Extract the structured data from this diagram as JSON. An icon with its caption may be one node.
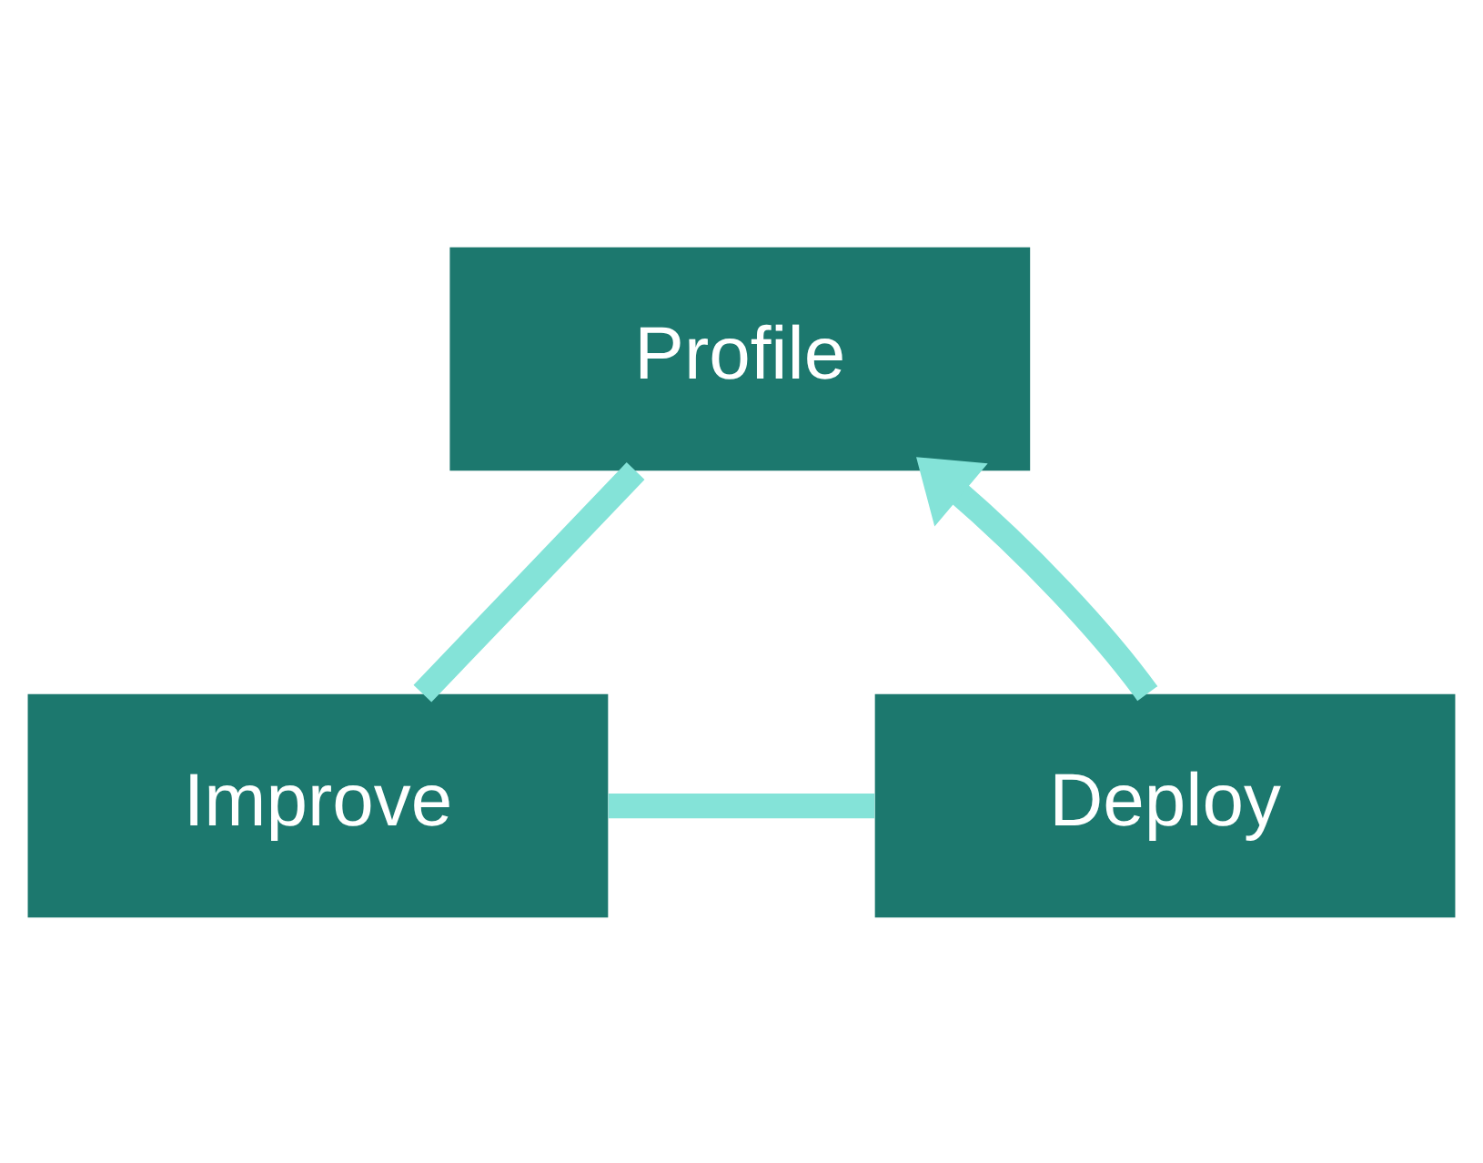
{
  "diagram": {
    "nodes": [
      {
        "text": [
          "Profile"
        ]
      },
      {
        "text": [
          "Improve"
        ]
      },
      {
        "text": [
          "Deploy"
        ]
      }
    ],
    "edges": [
      {
        "from": 0,
        "to": 1,
        "arrow": "none",
        "color": "#84e3d8"
      },
      {
        "from": 1,
        "to": 2,
        "arrow": "none",
        "color": "#84e3d8"
      },
      {
        "from": 2,
        "to": 0,
        "arrow": "to",
        "color": "#84e3d8"
      }
    ]
  }
}
